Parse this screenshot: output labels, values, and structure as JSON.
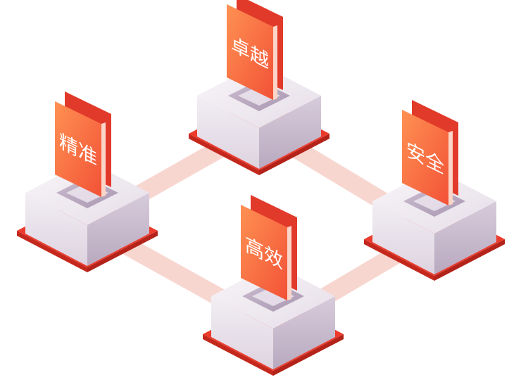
{
  "colors": {
    "plate": "#ec3b2c",
    "plate_dark": "#c4281d",
    "block_top": "#f2eef3",
    "block_left": "#e8e1ea",
    "block_right": "#c9bccd",
    "card_front_light": "#ff8a4c",
    "card_front_dark": "#f45a3a",
    "card_back": "#e23a2a",
    "connector": "#f6c9c1"
  },
  "nodes": [
    {
      "id": "top",
      "label": "卓越"
    },
    {
      "id": "left",
      "label": "精准"
    },
    {
      "id": "right",
      "label": "安全"
    },
    {
      "id": "bottom",
      "label": "高效"
    }
  ],
  "edges": [
    {
      "from": "left",
      "to": "top"
    },
    {
      "from": "top",
      "to": "right"
    },
    {
      "from": "left",
      "to": "bottom"
    },
    {
      "from": "right",
      "to": "bottom"
    }
  ]
}
